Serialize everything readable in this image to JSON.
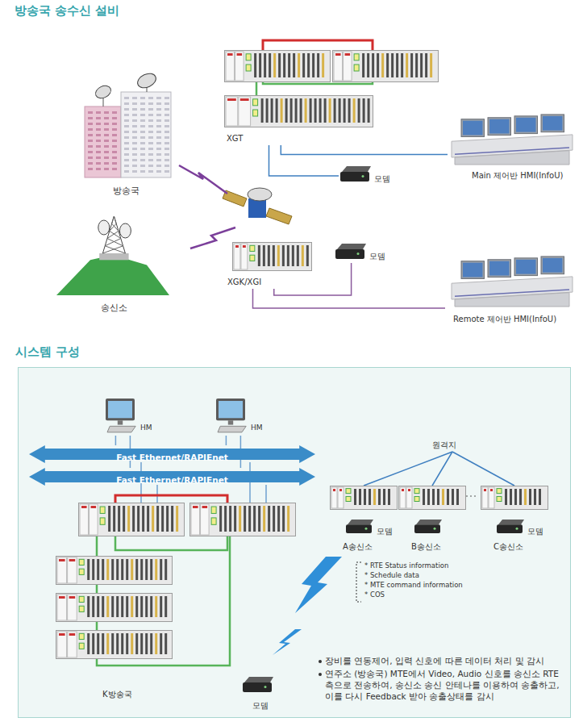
{
  "diagram": {
    "title": "방송국 송수신 설비",
    "nodes": [
      {
        "text": [
          "방송국"
        ]
      },
      {
        "text": [
          "송신소"
        ]
      },
      {
        "text": [
          "XGT"
        ]
      },
      {
        "text": [
          "모뎀"
        ]
      },
      {
        "text": [
          "Main 제어반 HMI(InfoU)"
        ]
      },
      {
        "text": [
          "XGK/XGI"
        ]
      },
      {
        "text": [
          "모뎀"
        ]
      },
      {
        "text": [
          "Remote 제어반 HMI(InfoU)"
        ]
      },
      {
        "text": [
          "시스템 구성"
        ]
      },
      {
        "text": [
          "HM"
        ],
        "in": 8
      },
      {
        "text": [
          "HM"
        ],
        "in": 8
      },
      {
        "text": [
          "Fast Ethernet/RAPIEnet"
        ],
        "in": 8
      },
      {
        "text": [
          "Fast Ethernet/RAPIEnet"
        ],
        "in": 8
      },
      {
        "text": [
          "원격지"
        ],
        "in": 8
      },
      {
        "text": [
          "모뎀",
          "A송신소"
        ],
        "in": 8
      },
      {
        "text": [
          "B송신소"
        ],
        "in": 8
      },
      {
        "text": [
          "모뎀",
          "C송신소"
        ],
        "in": 8
      },
      {
        "text": [
          "K방송국"
        ],
        "in": 8
      },
      {
        "text": [
          "모뎀"
        ],
        "in": 8
      }
    ],
    "edges": [
      {
        "from": 2,
        "to": 3,
        "arrow": "none"
      },
      {
        "from": 2,
        "to": 4,
        "arrow": "none"
      },
      {
        "from": 5,
        "to": 6,
        "arrow": "none"
      },
      {
        "from": 5,
        "to": 7,
        "arrow": "none"
      },
      {
        "from": 9,
        "to": 11,
        "arrow": "none"
      },
      {
        "from": 9,
        "to": 12,
        "arrow": "none"
      },
      {
        "from": 10,
        "to": 11,
        "arrow": "none"
      },
      {
        "from": 10,
        "to": 12,
        "arrow": "none"
      },
      {
        "from": 13,
        "to": 14,
        "arrow": "none"
      },
      {
        "from": 13,
        "to": 15,
        "arrow": "none"
      },
      {
        "from": 13,
        "to": 16,
        "arrow": "none"
      }
    ],
    "labels": [
      "* RTE Status information",
      "* Schedule data",
      "* MTE command information",
      "* COS",
      "장비를 연동제어, 입력 신호에 따른 데이터 처리 및 감시",
      "연주소 (방송국) MTE에서 Video, Audio 신호를 송신소 RTE측으로 전송하여, 송신소 송신 안테나를 이용하여 송출하고, 이를 다시 Feedback 받아 송출상태를 감시"
    ]
  }
}
